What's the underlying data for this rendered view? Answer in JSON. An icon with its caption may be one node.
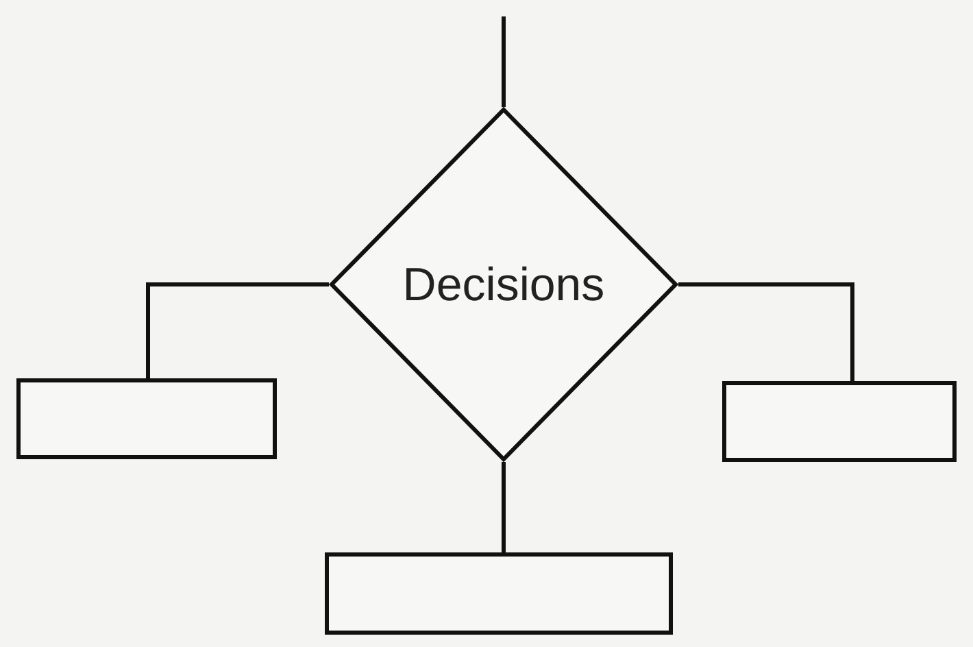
{
  "diagram": {
    "nodes": [
      {
        "text": [
          "Decisions"
        ]
      },
      {
        "text": [],
        "shape": "box"
      },
      {
        "text": [],
        "shape": "box"
      },
      {
        "text": [],
        "shape": "box"
      }
    ],
    "edges": [
      {
        "from": null,
        "to": 0,
        "arrow": "none"
      },
      {
        "from": 0,
        "to": 1,
        "arrow": "none"
      },
      {
        "from": 0,
        "to": 2,
        "arrow": "none"
      },
      {
        "from": 0,
        "to": 3,
        "arrow": "none"
      }
    ]
  }
}
